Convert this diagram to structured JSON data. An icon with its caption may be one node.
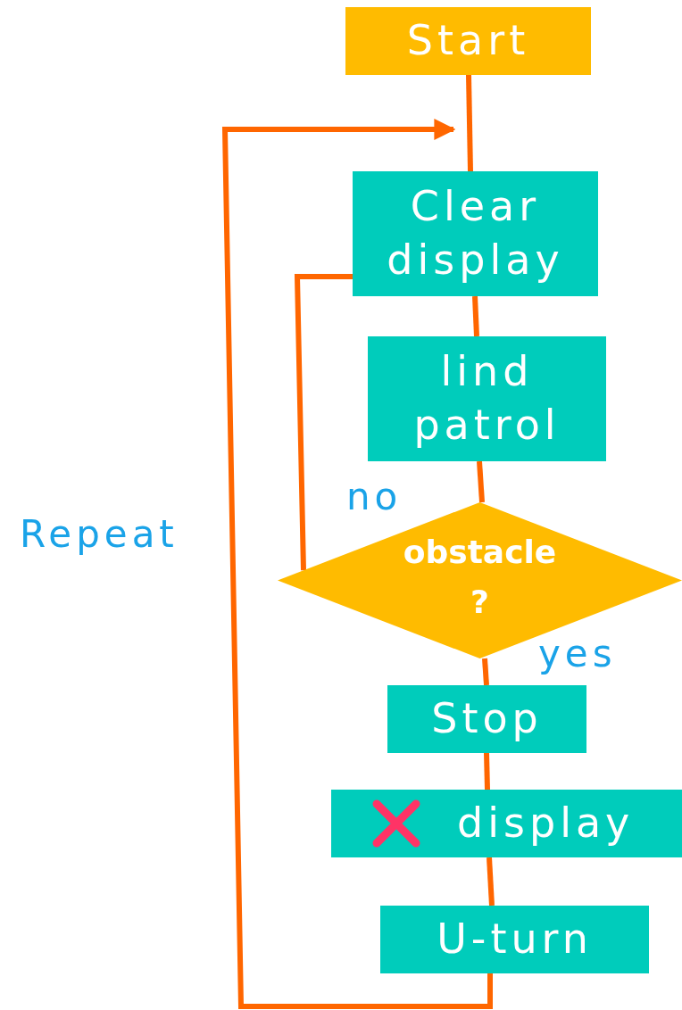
{
  "diagram": {
    "nodes": [
      {
        "text": [
          "Start"
        ]
      },
      {
        "text": [
          "Clear display"
        ]
      },
      {
        "text": [
          "lind patrol"
        ]
      },
      {
        "text": [
          "obstacle ?"
        ]
      },
      {
        "text": [
          "Stop"
        ]
      },
      {
        "text": [
          "display"
        ]
      },
      {
        "text": [
          "U-turn"
        ]
      }
    ],
    "edges": [
      {
        "from": 0,
        "to": 1,
        "arrow": "none"
      },
      {
        "from": 1,
        "to": 2,
        "arrow": "none"
      },
      {
        "from": 2,
        "to": 3,
        "arrow": "none"
      },
      {
        "from": 3,
        "to": 4,
        "label": "yes",
        "arrow": "none"
      },
      {
        "from": 3,
        "to": 1,
        "label": "no",
        "arrow": "none"
      },
      {
        "from": 4,
        "to": 5,
        "arrow": "none"
      },
      {
        "from": 5,
        "to": 6,
        "arrow": "none"
      },
      {
        "from": 6,
        "to": null,
        "arrow": "to"
      }
    ],
    "labels": [
      "Repeat"
    ]
  }
}
